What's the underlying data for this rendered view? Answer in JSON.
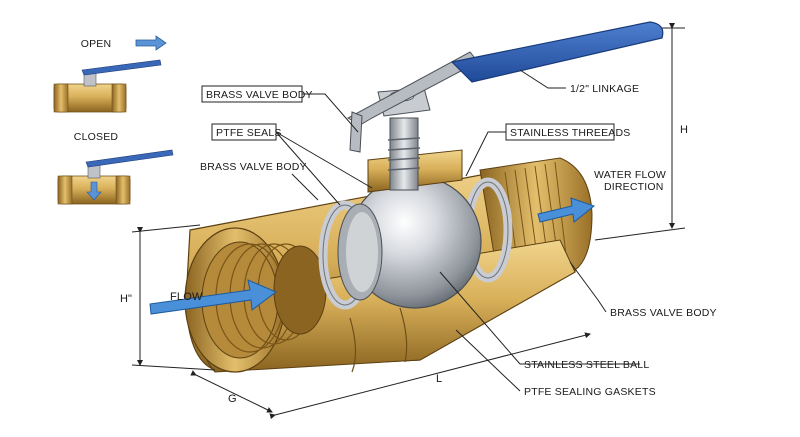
{
  "thumbnails": {
    "open_label": "OPEN",
    "closed_label": "CLOSED"
  },
  "callouts": {
    "body_top": "BRASS VALVE BODY",
    "ptfe_seals": "PTFE SEALS",
    "body_left": "BRASS VALVE BODY",
    "linkage": "1/2\" LINKAGE",
    "threads": "STAINLESS THREEADS",
    "flow_dir_line1": "WATER FLOW",
    "flow_dir_line2": "DIRECTION",
    "body_right": "BRASS VALVE BODY",
    "ball": "STAINLESS STEEL BALL",
    "gaskets": "PTFE SEALING GASKETS",
    "inlet_flow": "FLOW"
  },
  "dimensions": {
    "height_total": "H",
    "height_inlet": "H\"",
    "length": "L",
    "thread_length": "G"
  },
  "colors": {
    "brass_light": "#e8c77a",
    "brass_mid": "#c9a04a",
    "brass_dark": "#8a6420",
    "steel": "#c9ccd0",
    "handle_blue": "#2f5fb0",
    "flow_blue": "#4a90d9"
  }
}
